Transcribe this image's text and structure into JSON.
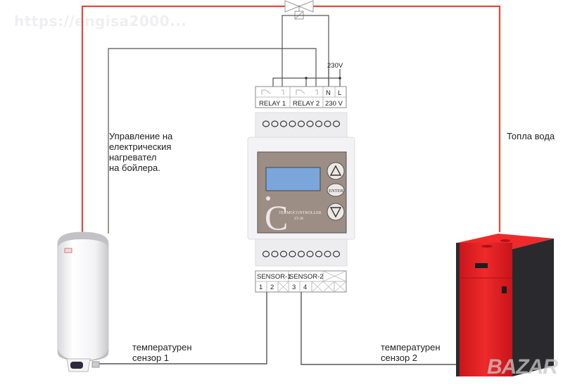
{
  "watermark": "https://engisa2000...",
  "labels": {
    "heater_control": [
      "Управление на",
      "електрическия",
      "нагревател",
      "на бойлера."
    ],
    "hot_water": "Топла вода",
    "sensor1": [
      "температурен",
      "сензор 1"
    ],
    "sensor2": [
      "температурен",
      "сензор 2"
    ],
    "supply_voltage": "230V"
  },
  "controller": {
    "top_terminals": [
      "RELAY 1",
      "RELAY 2",
      "230 V"
    ],
    "power_pins": [
      "N",
      "L"
    ],
    "bottom_terminals": [
      "SENSOR-1",
      "SENSOR-2"
    ],
    "sensor_pins": [
      "1",
      "2",
      "3",
      "4"
    ],
    "brand": "TERMOCONTROLLER",
    "model": "ZT-2R",
    "logo_letter": "C",
    "buttons": {
      "up": "up-arrow",
      "enter": "ENTER",
      "down": "down-arrow"
    },
    "lcd_color": "#7aa6dc",
    "panel_color": "#9c8e84"
  },
  "colors": {
    "hot_pipe": "#e0493a",
    "wire": "#555555",
    "boiler_red": "#e02020",
    "boiler_dark": "#2a2a2e"
  },
  "site_badge": "BAZAR"
}
